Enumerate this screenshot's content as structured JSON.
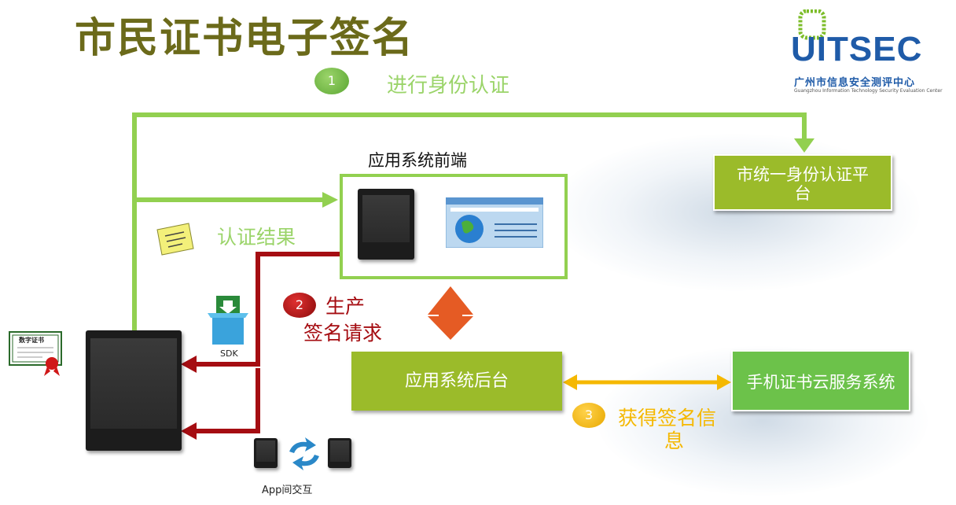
{
  "title": "市民证书电子签名",
  "logo": {
    "wordmark": "UITSEC",
    "org_cn": "广州市信息安全测评中心",
    "org_en": "Guangzhou Information Technology Security Evaluation Center"
  },
  "steps": {
    "s1": {
      "num": "1",
      "label": "进行身份认证"
    },
    "s2": {
      "num": "2",
      "label_line1": "生产",
      "label_line2": "签名请求"
    },
    "s3": {
      "num": "3",
      "label_line1": "获得签名信",
      "label_line2": "息"
    }
  },
  "labels": {
    "auth_result": "认证结果",
    "frontend": "应用系统前端",
    "sdk": "SDK",
    "app_interaction": "App间交互",
    "certificate": "数字证书"
  },
  "boxes": {
    "auth_platform_line1": "市统一身份认证平",
    "auth_platform_line2": "台",
    "backend": "应用系统后台",
    "cloud_service": "手机证书云服务系统"
  },
  "colors": {
    "green_line": "#92d050",
    "olive_box": "#9bbb2a",
    "green_box": "#6cc24a",
    "dark_red": "#a50d12",
    "orange_arrow": "#e55b24",
    "yellow_arrow": "#f5b800",
    "title": "#6b6a1a"
  },
  "icons": [
    "phone-icon",
    "browser-window-icon",
    "sticky-note-icon",
    "sdk-box-icon",
    "certificate-icon",
    "sync-arrows-icon"
  ]
}
